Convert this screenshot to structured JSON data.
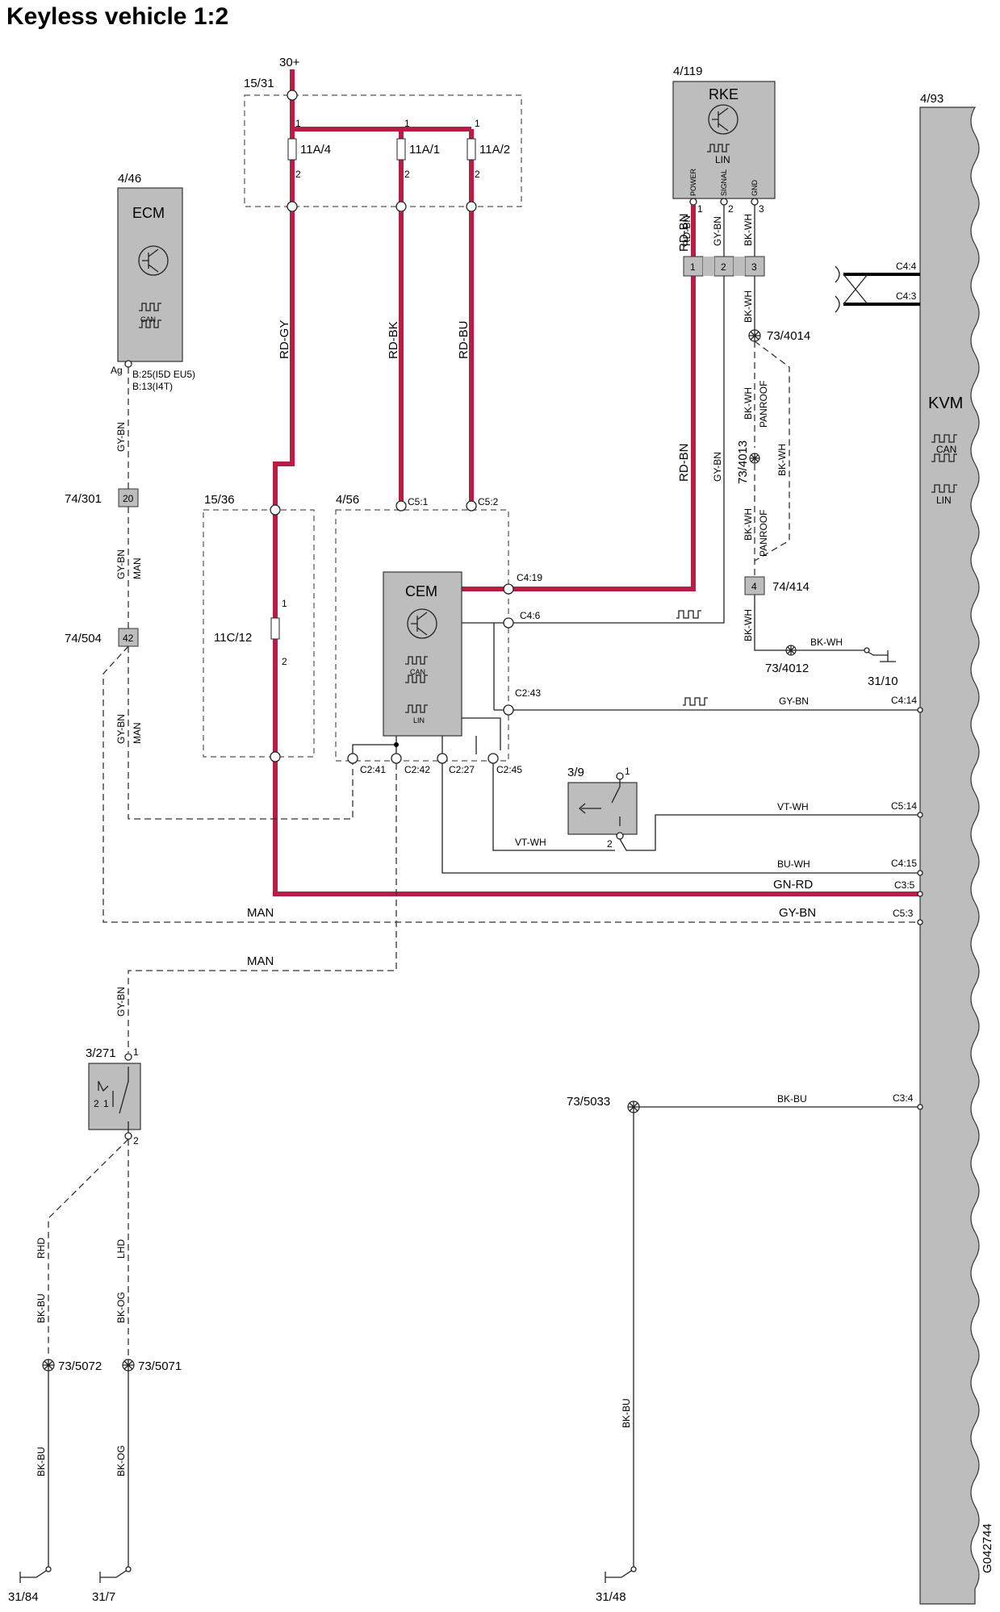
{
  "title": "Keyless vehicle 1:2",
  "figure_id": "G042744",
  "components": {
    "ecm": {
      "id": "4/46",
      "name": "ECM",
      "bus": "CAN",
      "pin": "Ag",
      "note1": "B:25(I5D EU5)",
      "note2": "B:13(I4T)"
    },
    "cem": {
      "id": "4/56",
      "name": "CEM",
      "bus1": "CAN",
      "bus2": "LIN"
    },
    "rke": {
      "id": "4/119",
      "name": "RKE",
      "bus": "LIN",
      "pin_power": "POWER",
      "pin_signal": "SIGNAL",
      "pin_gnd": "GND"
    },
    "kvm": {
      "id": "4/93",
      "name": "KVM",
      "bus1": "CAN",
      "bus2": "LIN"
    },
    "fusebox_top": {
      "id": "15/31",
      "supply": "30+",
      "f1": "11A/4",
      "f2": "11A/1",
      "f3": "11A/2"
    },
    "fusebox_mid": {
      "id": "15/36",
      "fuse": "11C/12"
    },
    "switch_39": {
      "id": "3/9"
    },
    "switch_3271": {
      "id": "3/271"
    }
  },
  "connectors": {
    "c301": {
      "id": "74/301",
      "pin": "20"
    },
    "c504": {
      "id": "74/504",
      "pin": "42"
    },
    "c414": {
      "id": "74/414",
      "pin": "4"
    },
    "rke_plug": [
      "1",
      "2",
      "3"
    ]
  },
  "splices": {
    "s4014": "73/4014",
    "s4013": "73/4013",
    "s4012": "73/4012",
    "s5033": "73/5033",
    "s5072": "73/5072",
    "s5071": "73/5071"
  },
  "grounds": {
    "g10": "31/10",
    "g84": "31/84",
    "g7": "31/7",
    "g48": "31/48"
  },
  "pins": {
    "c5_1": "C5:1",
    "c5_2": "C5:2",
    "c4_19": "C4:19",
    "c4_6": "C4:6",
    "c2_43": "C2:43",
    "c2_41": "C2:41",
    "c2_42": "C2:42",
    "c2_27": "C2:27",
    "c2_45": "C2:45",
    "c4_4": "C4:4",
    "c4_3": "C4:3",
    "c4_14": "C4:14",
    "c5_14": "C5:14",
    "c4_15": "C4:15",
    "c3_5": "C3:5",
    "c5_3": "C5:3",
    "c3_4": "C3:4",
    "p1": "1",
    "p2": "2",
    "p3": "3"
  },
  "wires": {
    "rd_gy": "RD-GY",
    "rd_bk": "RD-BK",
    "rd_bu": "RD-BU",
    "rd_bn": "RD-BN",
    "gy_bn": "GY-BN",
    "bk_wh": "BK-WH",
    "vt_wh": "VT-WH",
    "bu_wh": "BU-WH",
    "gn_rd": "GN-RD",
    "bk_bu": "BK-BU",
    "bk_og": "BK-OG"
  },
  "options": {
    "man": "MAN",
    "panroof": "PANROOF",
    "rhd": "RHD",
    "lhd": "LHD"
  },
  "colors": {
    "power_wire": "#b81e45",
    "component_fill": "#bdbdbd"
  }
}
